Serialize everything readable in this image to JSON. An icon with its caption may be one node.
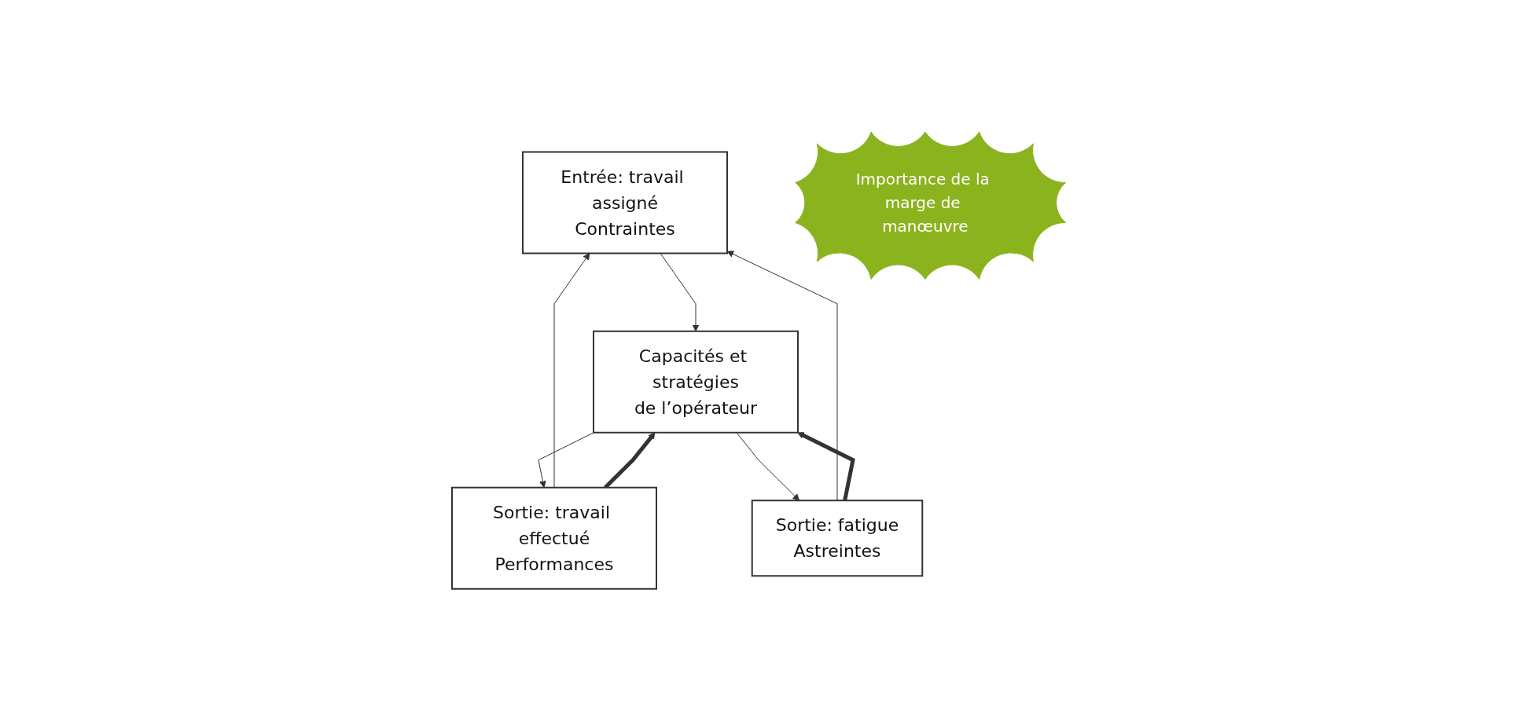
{
  "diagram": {
    "nodes": [
      {
        "text": [
          "Entrée: travail assigné",
          "Contraintes"
        ]
      },
      {
        "text": [
          "Importance de la marge de manœuvre"
        ]
      },
      {
        "text": [
          "Capacités et stratégies",
          "de l’opérateur"
        ]
      },
      {
        "text": [
          "Sortie: travail effectué",
          "Performances"
        ]
      },
      {
        "text": [
          "Sortie: fatigue",
          "Astreintes"
        ]
      }
    ],
    "edges": [
      {
        "from": 0,
        "to": 2,
        "arrow": "to"
      },
      {
        "from": 2,
        "to": 3,
        "arrow": "to"
      },
      {
        "from": 2,
        "to": 4,
        "arrow": "to"
      },
      {
        "from": 3,
        "to": 0,
        "arrow": "to"
      },
      {
        "from": 4,
        "to": 0,
        "arrow": "to"
      },
      {
        "from": 3,
        "to": 2,
        "arrow": "to",
        "style": "thick"
      },
      {
        "from": 4,
        "to": 2,
        "arrow": "to",
        "style": "thick"
      }
    ]
  }
}
